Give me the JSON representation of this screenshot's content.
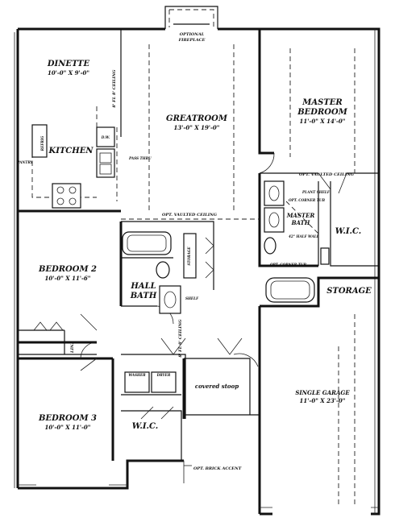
{
  "rooms": {
    "dinette": {
      "name": "DINETTE",
      "dim": "10'-0\" X 9'-0\""
    },
    "kitchen": {
      "name": "KITCHEN"
    },
    "greatroom": {
      "name": "GREATROOM",
      "dim": "13'-0\" X 19'-0\""
    },
    "master_bedroom": {
      "line1": "MASTER",
      "line2": "BEDROOM",
      "dim": "11'-0\" X 14'-0\""
    },
    "bedroom2": {
      "name": "BEDROOM 2",
      "dim": "10'-0\" X 11'-6\""
    },
    "hall_bath": {
      "line1": "HALL",
      "line2": "BATH"
    },
    "master_bath": {
      "line1": "MASTER",
      "line2": "BATH"
    },
    "wic_master": {
      "name": "W.I.C."
    },
    "storage_main": {
      "name": "STORAGE"
    },
    "storage_hall": {
      "name": "STORAGE"
    },
    "bedroom3": {
      "name": "BEDROOM 3",
      "dim": "10'-0\" X 11'-0\""
    },
    "wic_bed3": {
      "name": "W.I.C."
    },
    "covered_stoop": {
      "name": "covered stoop"
    },
    "single_garage": {
      "name": "SINGLE GARAGE",
      "dim": "11'-0\" X 23'-0\""
    }
  },
  "annotations": {
    "optional_fireplace_1": "OPTIONAL",
    "optional_fireplace_2": "FIREPLACE",
    "ceiling_dinette": "8' FL 8' CEILING",
    "pass_thru": "PASS THRU",
    "opt_vaulted_ceiling_great": "OPT. VAULTED CEILING",
    "opt_vaulted_ceiling_master": "OPT. VAULTED CEILING",
    "plant_shelf": "PLANT SHELF",
    "opt_corner_tub": "OPT. CORNER TUB",
    "shelf": "SHELF",
    "linen": "LIN.",
    "washer": "WASHER",
    "dryer": "DRYER",
    "refrig": "REFRIG",
    "pantry": "PANTRY",
    "dw": "D.W.",
    "ceiling_hall": "8' FL 8' CEILING",
    "opt_brick_accent": "OPT. BRICK ACCENT",
    "half_wall": "42\" HALF WALL"
  }
}
